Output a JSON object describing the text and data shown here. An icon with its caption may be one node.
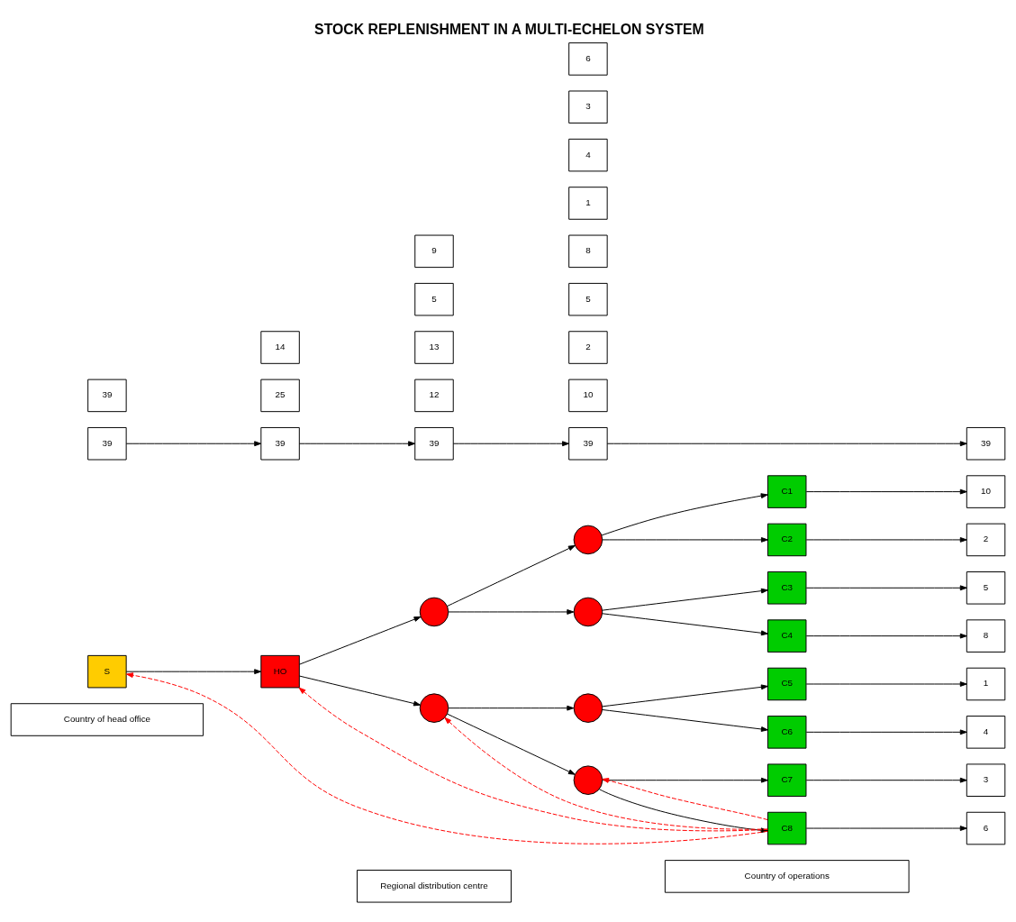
{
  "diagram": {
    "title": "STOCK REPLENISHMENT IN A MULTI-ECHELON SYSTEM",
    "nodes": [
      {
        "text": [
          "Country of head office"
        ]
      },
      {
        "text": [
          "Regional distribution centre"
        ]
      },
      {
        "text": [
          "Country of operations"
        ]
      },
      {
        "text": [
          "S"
        ]
      },
      {
        "text": [
          "HO"
        ]
      },
      {
        "text": [],
        "shape": "circle"
      },
      {
        "text": [],
        "shape": "circle"
      },
      {
        "text": [],
        "shape": "circle"
      },
      {
        "text": [],
        "shape": "circle"
      },
      {
        "text": [],
        "shape": "circle"
      },
      {
        "text": [],
        "shape": "circle"
      },
      {
        "text": [
          "C1"
        ]
      },
      {
        "text": [
          "C2"
        ]
      },
      {
        "text": [
          "C3"
        ]
      },
      {
        "text": [
          "C4"
        ]
      },
      {
        "text": [
          "C5"
        ]
      },
      {
        "text": [
          "C6"
        ]
      },
      {
        "text": [
          "C7"
        ]
      },
      {
        "text": [
          "C8"
        ]
      },
      {
        "text": [
          "10"
        ]
      },
      {
        "text": [
          "2"
        ]
      },
      {
        "text": [
          "5"
        ]
      },
      {
        "text": [
          "8"
        ]
      },
      {
        "text": [
          "1"
        ]
      },
      {
        "text": [
          "4"
        ]
      },
      {
        "text": [
          "3"
        ]
      },
      {
        "text": [
          "6"
        ]
      },
      {
        "text": [
          "39"
        ]
      },
      {
        "text": [
          "39"
        ]
      },
      {
        "text": [
          "39"
        ]
      },
      {
        "text": [
          "39"
        ]
      },
      {
        "text": [
          "39"
        ]
      },
      {
        "text": [
          "39"
        ]
      },
      {
        "text": [
          "25"
        ]
      },
      {
        "text": [
          "14"
        ]
      },
      {
        "text": [
          "12"
        ]
      },
      {
        "text": [
          "13"
        ]
      },
      {
        "text": [
          "5"
        ]
      },
      {
        "text": [
          "9"
        ]
      },
      {
        "text": [
          "10"
        ]
      },
      {
        "text": [
          "2"
        ]
      },
      {
        "text": [
          "5"
        ]
      },
      {
        "text": [
          "8"
        ]
      },
      {
        "text": [
          "1"
        ]
      },
      {
        "text": [
          "4"
        ]
      },
      {
        "text": [
          "3"
        ]
      },
      {
        "text": [
          "6"
        ]
      }
    ],
    "edges": [
      {
        "from": 3,
        "to": 4,
        "arrow": "to"
      },
      {
        "from": 4,
        "to": 5,
        "arrow": "to"
      },
      {
        "from": 4,
        "to": 6,
        "arrow": "to"
      },
      {
        "from": 5,
        "to": 7,
        "arrow": "to"
      },
      {
        "from": 5,
        "to": 8,
        "arrow": "to"
      },
      {
        "from": 6,
        "to": 9,
        "arrow": "to"
      },
      {
        "from": 6,
        "to": 10,
        "arrow": "to"
      },
      {
        "from": 7,
        "to": 11,
        "arrow": "to"
      },
      {
        "from": 7,
        "to": 12,
        "arrow": "to"
      },
      {
        "from": 8,
        "to": 13,
        "arrow": "to"
      },
      {
        "from": 8,
        "to": 14,
        "arrow": "to"
      },
      {
        "from": 9,
        "to": 15,
        "arrow": "to"
      },
      {
        "from": 9,
        "to": 16,
        "arrow": "to"
      },
      {
        "from": 10,
        "to": 17,
        "arrow": "to"
      },
      {
        "from": 10,
        "to": 18,
        "arrow": "to"
      },
      {
        "from": 11,
        "to": 19,
        "arrow": "to"
      },
      {
        "from": 12,
        "to": 20,
        "arrow": "to"
      },
      {
        "from": 13,
        "to": 21,
        "arrow": "to"
      },
      {
        "from": 14,
        "to": 22,
        "arrow": "to"
      },
      {
        "from": 15,
        "to": 23,
        "arrow": "to"
      },
      {
        "from": 16,
        "to": 24,
        "arrow": "to"
      },
      {
        "from": 17,
        "to": 25,
        "arrow": "to"
      },
      {
        "from": 18,
        "to": 26,
        "arrow": "to"
      },
      {
        "from": 27,
        "to": 28,
        "arrow": "to"
      },
      {
        "from": 28,
        "to": 29,
        "arrow": "to"
      },
      {
        "from": 29,
        "to": 30,
        "arrow": "to"
      },
      {
        "from": 30,
        "to": 31,
        "arrow": "to"
      },
      {
        "from": 18,
        "to": 10,
        "arrow": "to",
        "style": "dashed",
        "color": "#ff0000"
      },
      {
        "from": 18,
        "to": 6,
        "arrow": "to",
        "style": "dashed",
        "color": "#ff0000"
      },
      {
        "from": 18,
        "to": 4,
        "arrow": "to",
        "style": "dashed",
        "color": "#ff0000"
      },
      {
        "from": 18,
        "to": 3,
        "arrow": "to",
        "style": "dashed",
        "color": "#ff0000"
      }
    ]
  }
}
